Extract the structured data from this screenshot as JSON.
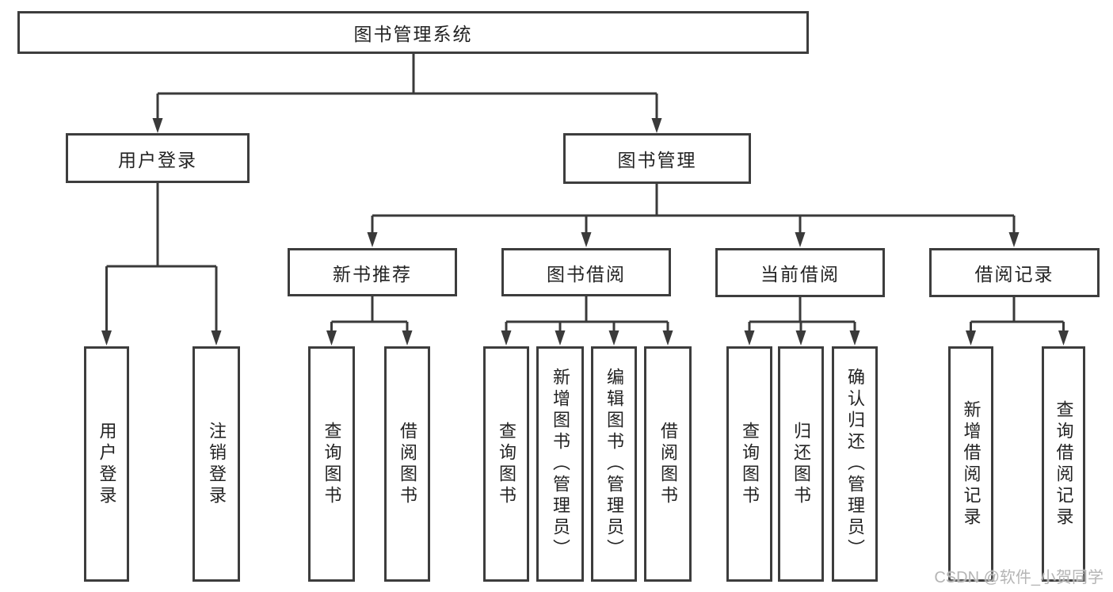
{
  "diagram": {
    "title": "图书管理系统",
    "type": "hierarchy-tree",
    "colors": {
      "line": "#3a3a3a",
      "border": "#3d3d3d",
      "text": "#232323",
      "background": "#ffffff",
      "watermark": "#b5b5b5"
    }
  },
  "nodes": {
    "root": {
      "label": "图书管理系统"
    },
    "level2": [
      {
        "label": "用户登录",
        "parent": "图书管理系统"
      },
      {
        "label": "图书管理",
        "parent": "图书管理系统"
      }
    ],
    "level3": [
      {
        "label": "新书推荐",
        "parent": "图书管理"
      },
      {
        "label": "图书借阅",
        "parent": "图书管理"
      },
      {
        "label": "当前借阅",
        "parent": "图书管理"
      },
      {
        "label": "借阅记录",
        "parent": "图书管理"
      }
    ],
    "leaves": [
      {
        "label": "用户登录",
        "parent": "用户登录"
      },
      {
        "label": "注销登录",
        "parent": "用户登录"
      },
      {
        "label": "查询图书",
        "parent": "新书推荐"
      },
      {
        "label": "借阅图书",
        "parent": "新书推荐"
      },
      {
        "label": "查询图书",
        "parent": "图书借阅"
      },
      {
        "label": "新增图书（管理员）",
        "parent": "图书借阅"
      },
      {
        "label": "编辑图书（管理员）",
        "parent": "图书借阅"
      },
      {
        "label": "借阅图书",
        "parent": "图书借阅"
      },
      {
        "label": "查询图书",
        "parent": "当前借阅"
      },
      {
        "label": "归还图书",
        "parent": "当前借阅"
      },
      {
        "label": "确认归还（管理员）",
        "parent": "当前借阅"
      },
      {
        "label": "新增借阅记录",
        "parent": "借阅记录"
      },
      {
        "label": "查询借阅记录",
        "parent": "借阅记录"
      }
    ]
  },
  "watermark": {
    "text": "CSDN @软件_小贺同学"
  }
}
